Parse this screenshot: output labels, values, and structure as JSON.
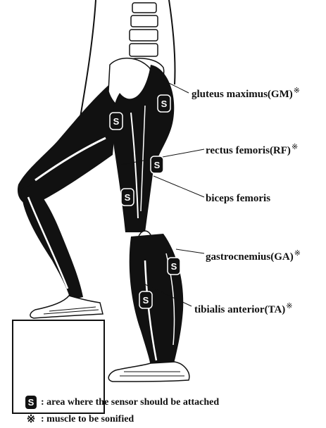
{
  "sensor_symbol": "S",
  "sonify_symbol": "※",
  "labels": {
    "gm": "gluteus maximus(GM)",
    "rf": "rectus femoris(RF)",
    "bf": "biceps femoris",
    "ga": "gastrocnemius(GA)",
    "ta": "tibialis anterior(TA)"
  },
  "legend": {
    "sensor_text": ": area where the sensor should be attached",
    "sonify_text": ": muscle to be sonified"
  }
}
